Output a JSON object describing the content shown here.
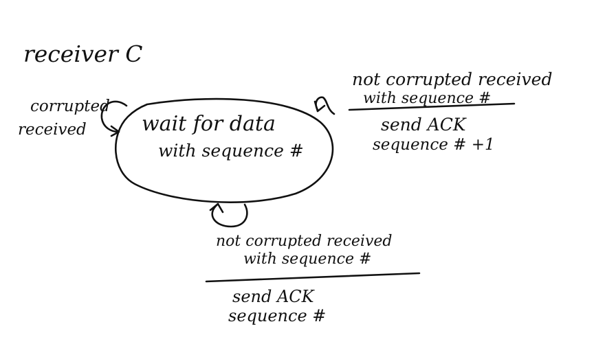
{
  "diagram": {
    "title": "receiver C",
    "state": {
      "line1": "wait for data",
      "line2": "with sequence #"
    },
    "transitions": {
      "left": {
        "event1": "corrupted",
        "event2": "received"
      },
      "right": {
        "event1": "not corrupted received",
        "event2": "with sequence #",
        "action1": "send ACK",
        "action2": "sequence # +1"
      },
      "bottom": {
        "event1": "not corrupted received",
        "event2": "with sequence #",
        "action1": "send ACK",
        "action2": "sequence #"
      }
    },
    "ink_color": "#111111"
  }
}
